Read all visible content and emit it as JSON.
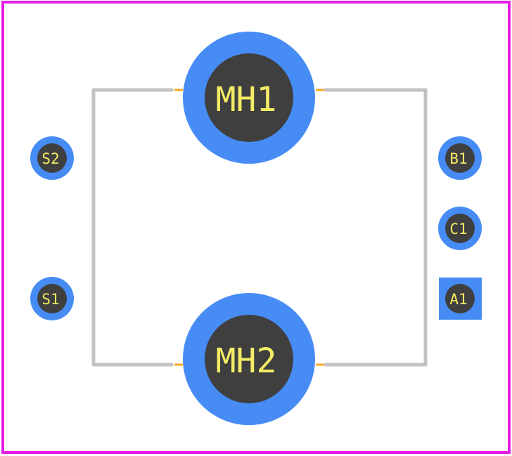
{
  "colors": {
    "background": "#ffffff",
    "board_outline": "#e51ee6",
    "silkscreen": "#c2c2c2",
    "pad_copper": "#468cf4",
    "drill_hole": "#3f3f3f",
    "pad_label": "#f4ec64",
    "pin_mark": "#f5a623"
  },
  "pads": {
    "mh1": {
      "label": "MH1",
      "shape": "circle"
    },
    "mh2": {
      "label": "MH2",
      "shape": "circle"
    },
    "s2": {
      "label": "S2",
      "shape": "circle"
    },
    "s1": {
      "label": "S1",
      "shape": "circle"
    },
    "b1": {
      "label": "B1",
      "shape": "circle"
    },
    "c1": {
      "label": "C1",
      "shape": "circle"
    },
    "a1": {
      "label": "A1",
      "shape": "square"
    }
  }
}
